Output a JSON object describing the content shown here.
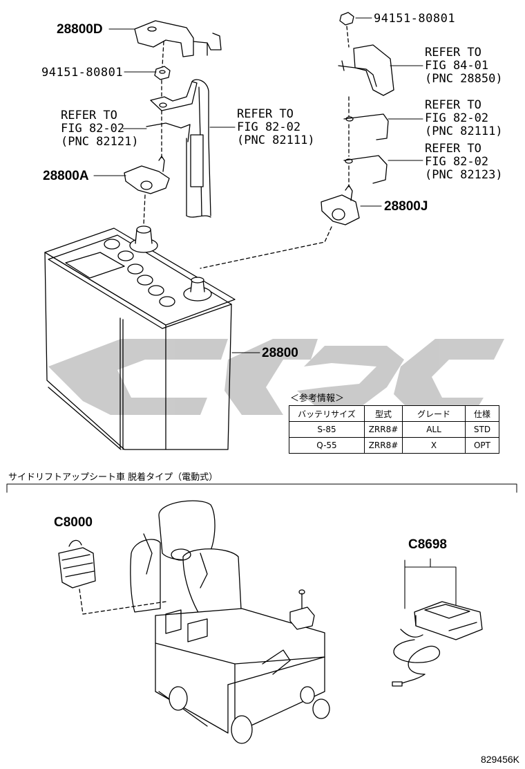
{
  "callouts": {
    "c28800D": "28800D",
    "c94151_left": "94151-80801",
    "c28800A": "28800A",
    "c94151_right": "94151-80801",
    "c28800J": "28800J",
    "c28800": "28800",
    "cC8000": "C8000",
    "cC8698": "C8698"
  },
  "refer_notes": {
    "left_82121": [
      "REFER TO",
      "FIG 82-02",
      "(PNC 82121)"
    ],
    "mid_82111": [
      "REFER TO",
      "FIG 82-02",
      "(PNC 82111)"
    ],
    "right_28850": [
      "REFER TO",
      "FIG 84-01",
      "(PNC 28850)"
    ],
    "right_82111": [
      "REFER TO",
      "FIG 82-02",
      "(PNC 82111)"
    ],
    "right_82123": [
      "REFER TO",
      "FIG 82-02",
      "(PNC 82123)"
    ]
  },
  "reference_table": {
    "caption": "＜参考情報＞",
    "headers": [
      "バッテリサイズ",
      "型式",
      "グレード",
      "仕様"
    ],
    "rows": [
      [
        "S-85",
        "ZRR8#",
        "ALL",
        "STD"
      ],
      [
        "Q-55",
        "ZRR8#",
        "X",
        "OPT"
      ]
    ]
  },
  "section_title": "サイドリフトアップシート車 脱着タイプ（電動式）",
  "figure_code": "829456K",
  "colors": {
    "line": "#000000",
    "watermark": "#c8c8c8",
    "background": "#ffffff"
  }
}
